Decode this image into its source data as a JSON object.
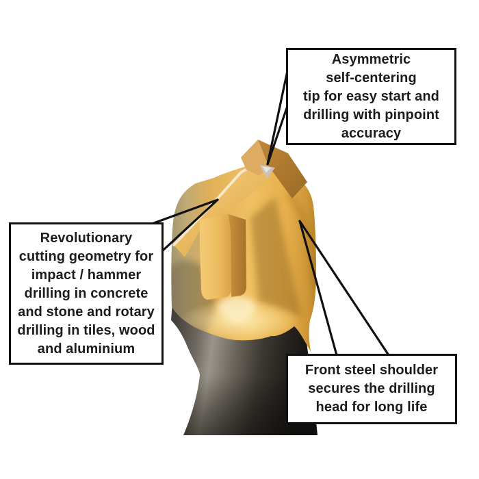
{
  "diagram": {
    "subject": "masonry-drill-bit-head",
    "background_color": "#ffffff",
    "callouts": {
      "tip": {
        "lines": [
          "Asymmetric",
          "self-centering",
          "tip for easy start and",
          "drilling with pinpoint",
          "accuracy"
        ]
      },
      "geometry": {
        "lines": [
          "Revolutionary",
          "cutting geometry for",
          "impact / hammer",
          "drilling in concrete",
          "and stone and rotary",
          "drilling in tiles, wood",
          "and aluminium"
        ]
      },
      "shoulder": {
        "lines": [
          "Front steel shoulder",
          "secures the drilling",
          "head for long life"
        ]
      }
    },
    "colors": {
      "callout_border": "#111111",
      "callout_background": "#ffffff",
      "callout_text": "#1c1c1c",
      "leader_line": "#111111",
      "carbide_gold": "#e9b757",
      "carbide_gold_dark": "#bd8a2e",
      "steel_gray": "#55504a",
      "steel_dark": "#1b1916"
    }
  }
}
